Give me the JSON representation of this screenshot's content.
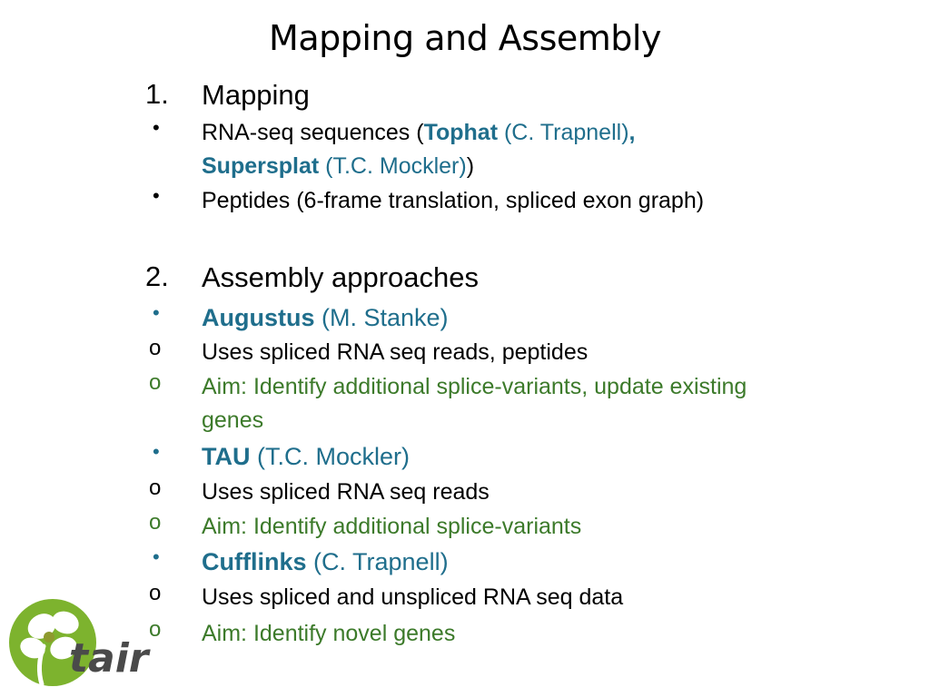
{
  "slide": {
    "title": "Mapping and Assembly",
    "section1": {
      "number": "1.",
      "heading": "Mapping",
      "bullet1": {
        "prefix": "RNA-seq sequences (",
        "tool1": "Tophat",
        "tool1_author": " (C. Trapnell)",
        "comma": ",",
        "tool2": "Supersplat",
        "tool2_author": " (T.C. Mockler)",
        "suffix": ")"
      },
      "bullet2": "Peptides (6-frame translation, spliced exon graph)"
    },
    "section2": {
      "number": "2.",
      "heading": "Assembly approaches",
      "tools": [
        {
          "name": "Augustus",
          "author": " (M. Stanke)",
          "uses": "Uses spliced RNA seq reads, peptides",
          "aim_line1": "Aim: Identify additional splice-variants, update existing",
          "aim_line2": "genes"
        },
        {
          "name": "TAU",
          "author": " (T.C. Mockler)",
          "uses": "Uses spliced RNA seq reads",
          "aim_line1": "Aim: Identify additional splice-variants"
        },
        {
          "name": "Cufflinks",
          "author": " (C. Trapnell)",
          "uses": "Uses spliced and unspliced RNA seq data",
          "aim_line1": "Aim: Identify novel genes"
        }
      ]
    },
    "markers": {
      "bullet": "•",
      "sub": "o"
    },
    "logo": {
      "text": "tair",
      "icon": "flower-icon"
    },
    "colors": {
      "tool_blue": "#1F6E8C",
      "aim_green": "#3C7A2A",
      "logo_green": "#7DB32E",
      "logo_text": "#4A4A4A"
    }
  }
}
